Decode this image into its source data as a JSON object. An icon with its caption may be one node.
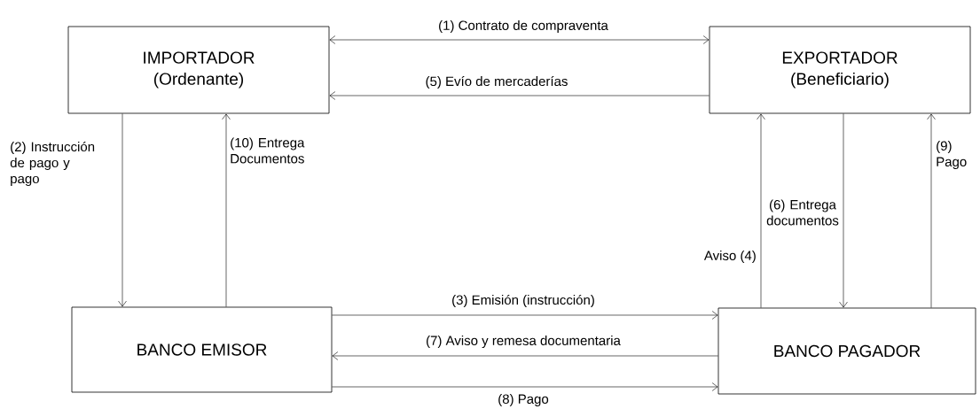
{
  "diagram": {
    "nodes": [
      {
        "text": [
          "IMPORTADOR",
          "(Ordenante)"
        ]
      },
      {
        "text": [
          "EXPORTADOR",
          "(Beneficiario)"
        ]
      },
      {
        "text": [
          "BANCO EMISOR"
        ]
      },
      {
        "text": [
          "BANCO PAGADOR"
        ]
      }
    ],
    "edges": [
      {
        "from": 0,
        "to": 1,
        "arrow": "both",
        "label": "(1) Contrato de compraventa"
      },
      {
        "from": 1,
        "to": 0,
        "arrow": "to",
        "label": "(5) Evío de mercaderías"
      },
      {
        "from": 0,
        "to": 2,
        "arrow": "to",
        "label": "(2) Instrucción de pago y pago"
      },
      {
        "from": 2,
        "to": 0,
        "arrow": "to",
        "label": "(10) Entrega Documentos"
      },
      {
        "from": 2,
        "to": 3,
        "arrow": "to",
        "label": "(3) Emisión (instrucción)"
      },
      {
        "from": 3,
        "to": 1,
        "arrow": "to",
        "label": "Aviso (4)"
      },
      {
        "from": 1,
        "to": 3,
        "arrow": "to",
        "label": "(6) Entrega documentos"
      },
      {
        "from": 3,
        "to": 2,
        "arrow": "to",
        "label": "(7) Aviso y remesa documentaria"
      },
      {
        "from": 2,
        "to": 3,
        "arrow": "to",
        "label": "(8) Pago"
      },
      {
        "from": 3,
        "to": 1,
        "arrow": "to",
        "label": "(9) Pago"
      }
    ]
  }
}
